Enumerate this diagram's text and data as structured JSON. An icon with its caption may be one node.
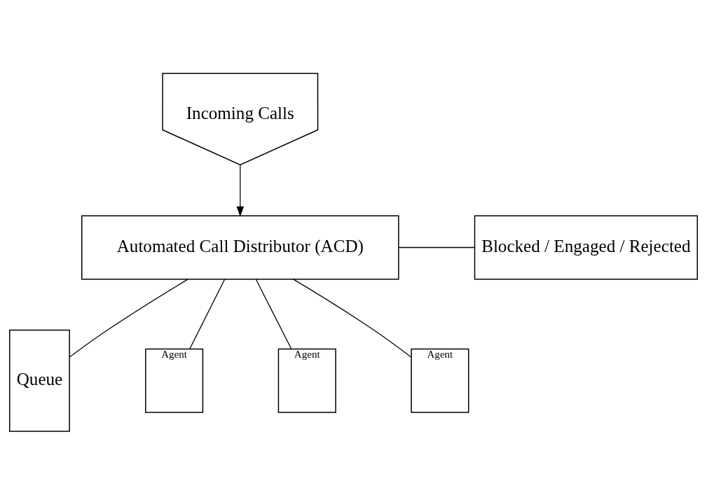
{
  "diagram": {
    "nodes": [
      {
        "text": [
          "Incoming Calls"
        ]
      },
      {
        "text": [
          "Automated Call Distributor (ACD)"
        ]
      },
      {
        "text": [
          "Blocked / Engaged / Rejected"
        ]
      },
      {
        "text": [
          "Queue"
        ]
      },
      {
        "text": [
          "Agent"
        ]
      },
      {
        "text": [
          "Agent"
        ]
      },
      {
        "text": [
          "Agent"
        ]
      }
    ],
    "edges": [
      {
        "from": 0,
        "to": 1,
        "arrow": "to"
      },
      {
        "from": 1,
        "to": 2,
        "arrow": "none"
      },
      {
        "from": 1,
        "to": 3,
        "arrow": "none"
      },
      {
        "from": 1,
        "to": 4,
        "arrow": "none"
      },
      {
        "from": 1,
        "to": 5,
        "arrow": "none"
      },
      {
        "from": 1,
        "to": 6,
        "arrow": "none"
      }
    ]
  }
}
